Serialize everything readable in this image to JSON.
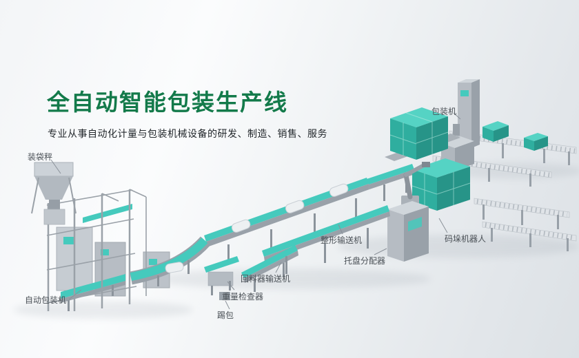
{
  "hero": {
    "title": "全自动智能包装生产线",
    "subtitle": "专业从事自动化计量与包装机械设备的研发、制造、销售、服务"
  },
  "machine_labels": {
    "bagging_scale": "装袋秤",
    "packaging_machine": "包装机",
    "auto_packaging_machine": "自动包装机",
    "kick_bag": "踢包",
    "weight_checker": "重量检查器",
    "return_feeder_conveyor": "回料器输送机",
    "shaping_conveyor": "整形输送机",
    "pallet_distributor": "托盘分配器",
    "palletizing_robot": "码垛机器人"
  },
  "colors": {
    "title_green": "#137a4a",
    "belt_teal": "#45cabd",
    "box_teal": "#2fae9f",
    "machine_gray": "#b6bcc3",
    "label_text": "#4a5056"
  }
}
